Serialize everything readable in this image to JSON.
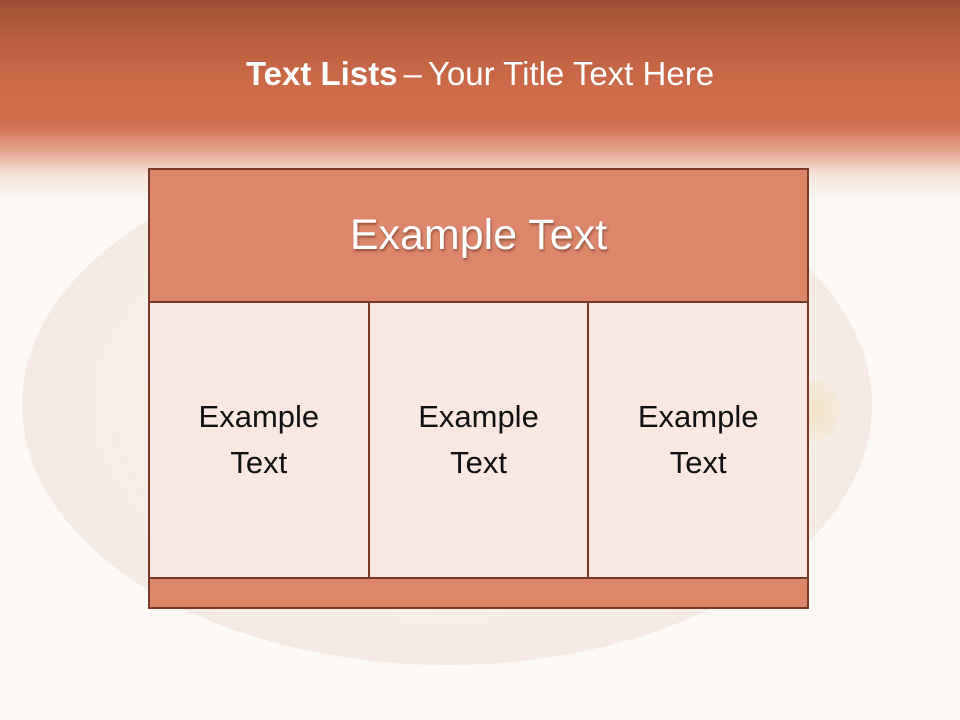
{
  "slide": {
    "title_bold": "Text Lists",
    "title_separator": "–",
    "title_rest": "Your Title Text Here"
  },
  "table": {
    "header_text": "Example Text",
    "columns": [
      {
        "line1": "Example",
        "line2": "Text"
      },
      {
        "line1": "Example",
        "line2": "Text"
      },
      {
        "line1": "Example",
        "line2": "Text"
      }
    ]
  },
  "colors": {
    "header_band": "#cf6c4a",
    "table_header_fill": "#dc866a",
    "table_cell_fill": "#f8e8e1",
    "table_border": "#7a3826"
  }
}
